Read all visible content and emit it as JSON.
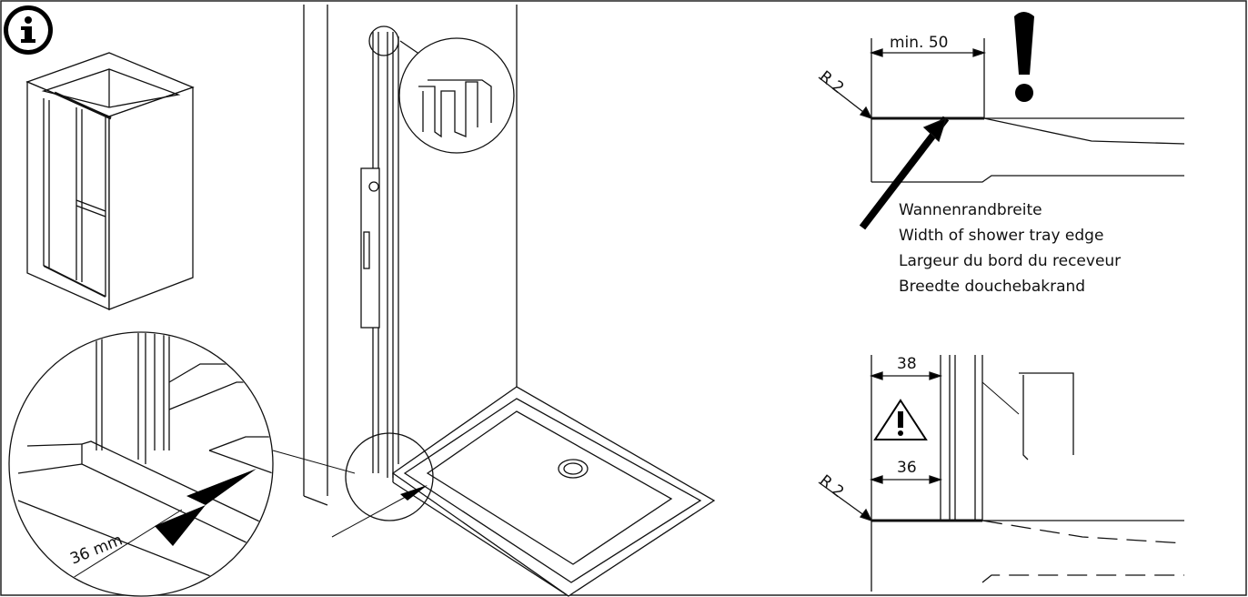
{
  "info_icon": "info-icon",
  "dimensions": {
    "tray_edge_min": "min. 50",
    "radius_top": "R 2",
    "radius_bottom": "R 2",
    "dim_38": "38",
    "dim_36": "36",
    "detail_36mm": "36 mm"
  },
  "labels": [
    "Wannenrandbreite",
    "Width of shower tray edge",
    "Largeur du bord du receveur",
    "Breedte douchebakrand"
  ],
  "icons": {
    "exclamation": "exclamation-icon",
    "warning": "warning-triangle-icon"
  }
}
